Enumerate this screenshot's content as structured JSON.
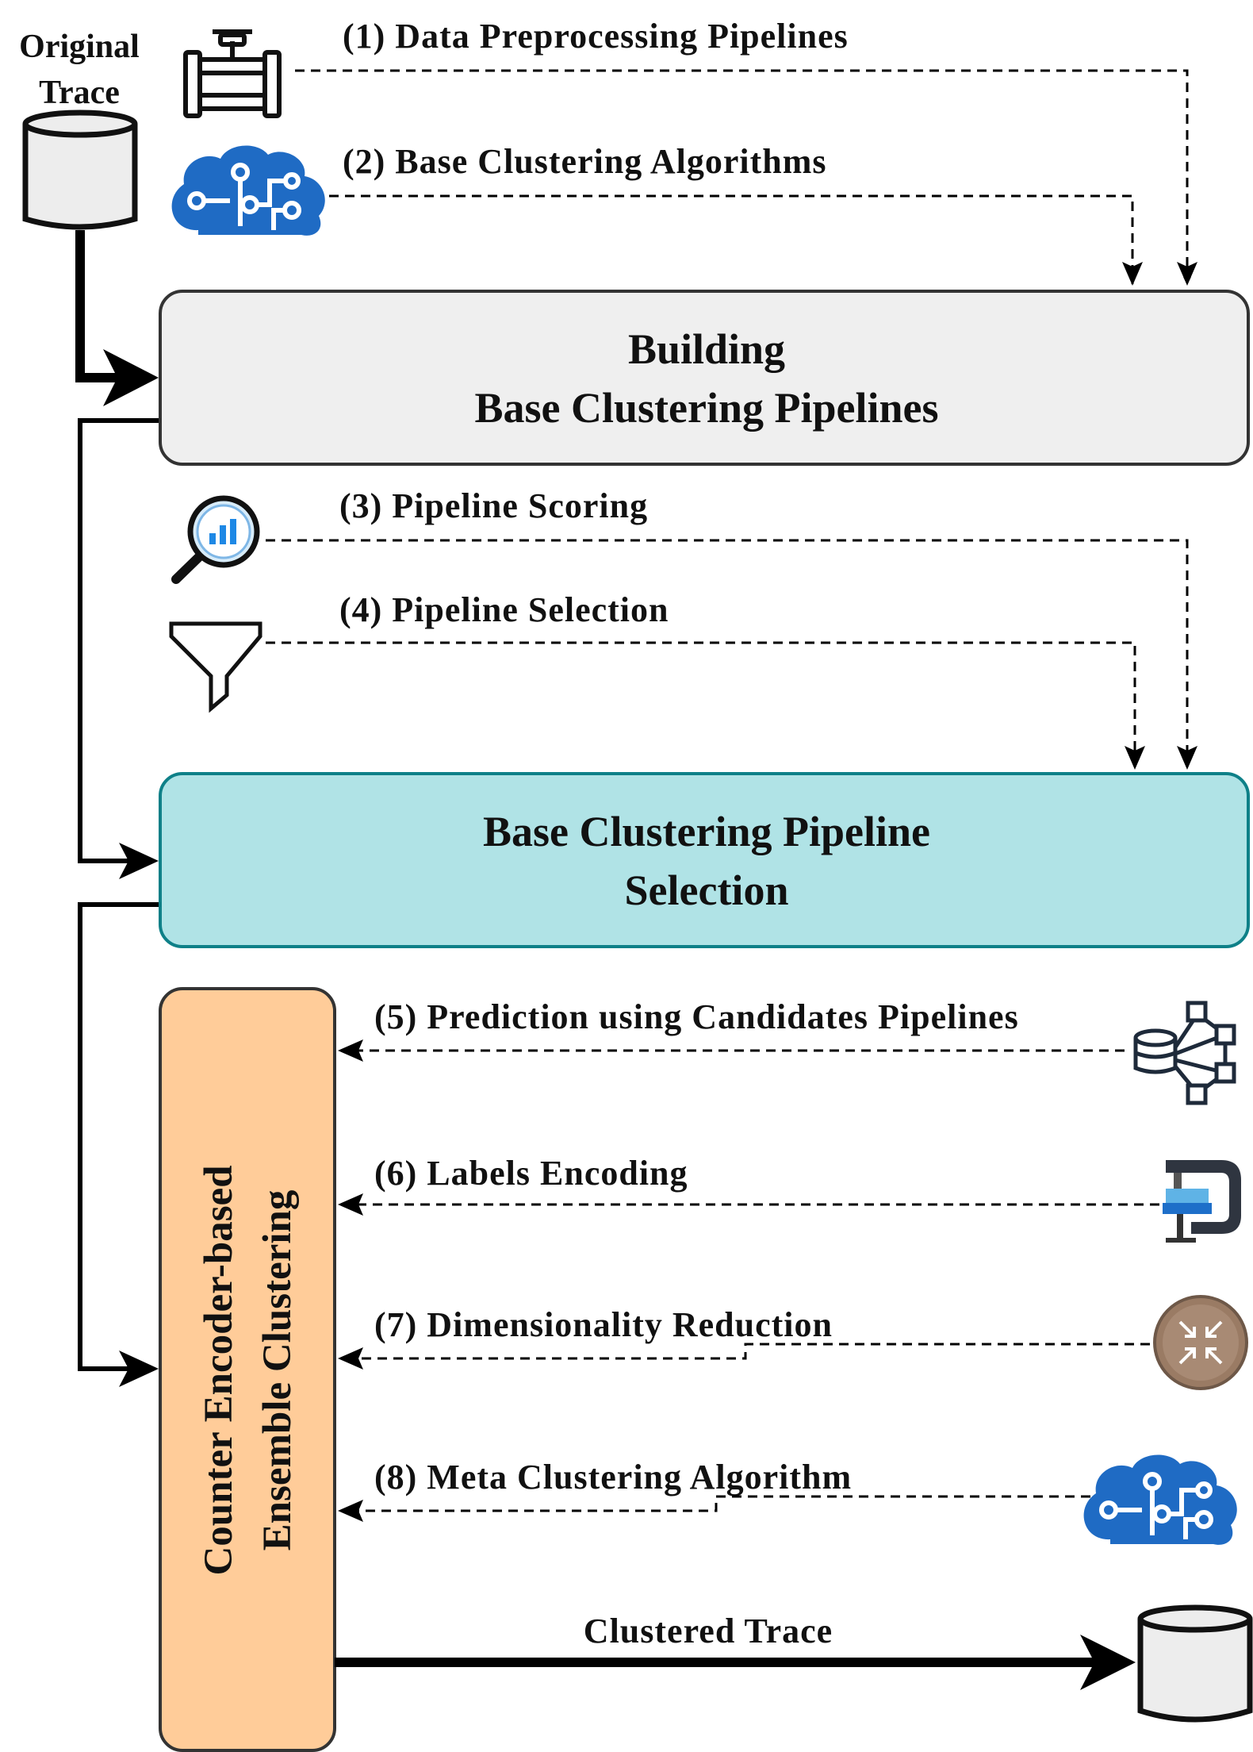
{
  "source": {
    "line1": "Original",
    "line2": "Trace"
  },
  "steps": {
    "s1": "(1) Data Preprocessing Pipelines",
    "s2": "(2) Base Clustering Algorithms",
    "s3": "(3) Pipeline Scoring",
    "s4": "(4) Pipeline Selection",
    "s5": "(5) Prediction using Candidates Pipelines",
    "s6": "(6) Labels Encoding",
    "s7": "(7) Dimensionality Reduction",
    "s8": "(8) Meta Clustering Algorithm"
  },
  "boxes": {
    "building": {
      "line1": "Building",
      "line2": "Base Clustering Pipelines"
    },
    "selection": {
      "line1": "Base Clustering Pipeline",
      "line2": "Selection"
    },
    "ensemble": {
      "line1": "Counter Encoder-based",
      "line2": "Ensemble Clustering"
    }
  },
  "output": {
    "label": "Clustered Trace"
  },
  "icons": {
    "pipe": "pipeline-icon",
    "brain": "brain-circuit-icon",
    "magnifier": "magnifier-chart-icon",
    "funnel": "funnel-icon",
    "network": "network-model-icon",
    "clamp": "clamp-icon",
    "reduce": "compress-icon",
    "brain2": "brain-circuit-icon",
    "database": "database-icon"
  },
  "colors": {
    "building_fill": "#EFEFEF",
    "selection_fill": "#B0E3E6",
    "selection_stroke": "#0E8088",
    "ensemble_fill": "#FFCC99",
    "brain_blue": "#1F6BC4",
    "compress_brown": "#9A7B64"
  }
}
